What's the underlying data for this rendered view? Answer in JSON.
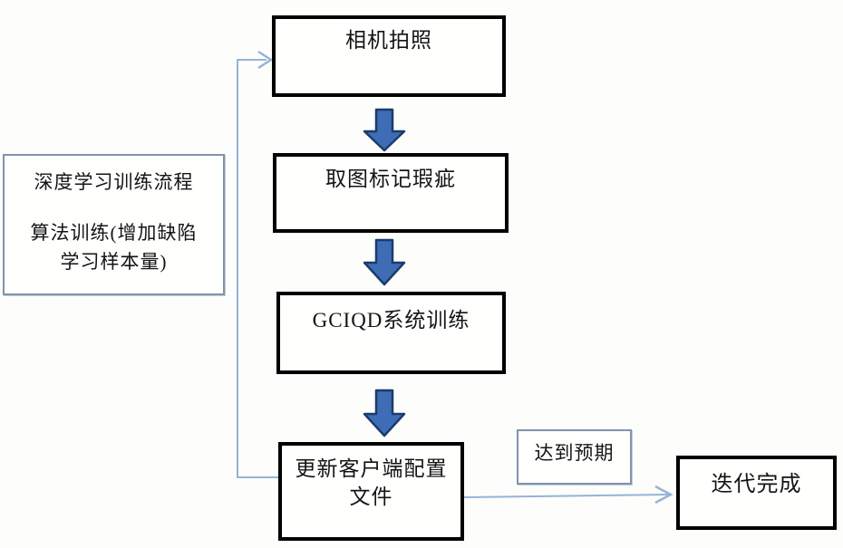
{
  "diagram": {
    "left_note": {
      "line1": "深度学习训练流程",
      "line2": "算法训练(增加缺陷",
      "line3": "学习样本量)"
    },
    "steps": {
      "camera": "相机拍照",
      "mark_defects": "取图标记瑕疵",
      "gciqd_training": "GCIQD系统训练",
      "update_config_line1": "更新客户端配置",
      "update_config_line2": "文件"
    },
    "branch_label": "达到预期",
    "end_node": "迭代完成",
    "edges": [
      {
        "from": "camera",
        "to": "mark_defects",
        "style": "block-arrow-down"
      },
      {
        "from": "mark_defects",
        "to": "gciqd_training",
        "style": "block-arrow-down"
      },
      {
        "from": "gciqd_training",
        "to": "update_config",
        "style": "block-arrow-down"
      },
      {
        "from": "update_config",
        "to": "end_node",
        "style": "thin-arrow-right",
        "label": "达到预期"
      },
      {
        "from": "update_config",
        "to": "camera",
        "style": "thin-arrow-feedback-loop",
        "label": ""
      }
    ],
    "colors": {
      "block_arrow_fill": "#3e6cb5",
      "block_arrow_stroke": "#1b3b6d",
      "connector_line": "#95b3d7",
      "thin_box_border": "#8093ad",
      "thick_box_border": "#000000",
      "background": "#fdfdfb"
    }
  }
}
